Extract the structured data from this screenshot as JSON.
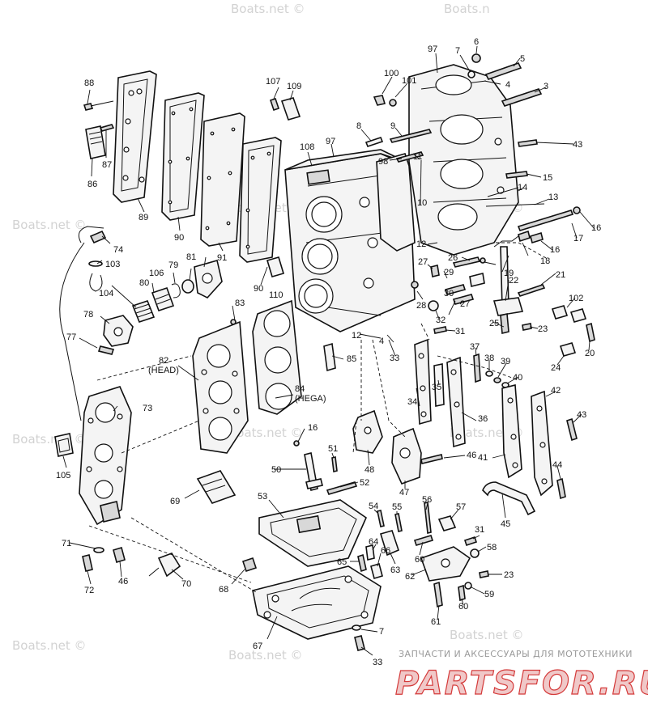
{
  "watermarks": {
    "boats": "Boats.net ©",
    "boats_short": "Boats.n"
  },
  "branding": {
    "subtitle": "ЗАПЧАСТИ И АКСЕССУАРЫ ДЛЯ МОТОТЕХНИКИ",
    "logo": "PARTSFOR.RU",
    "logo_color": "#d43a3a"
  },
  "callouts": {
    "c3": "3",
    "c4": "4",
    "c5": "5",
    "c6": "6",
    "c7": "7",
    "c8": "8",
    "c9": "9",
    "c10": "10",
    "c11": "11",
    "c12": "12",
    "c13": "13",
    "c14": "14",
    "c15": "15",
    "c16": "16",
    "c17": "17",
    "c18": "18",
    "c19": "19",
    "c20": "20",
    "c21": "21",
    "c22": "22",
    "c23": "23",
    "c24": "24",
    "c25": "25",
    "c26": "26",
    "c27": "27",
    "c28": "28",
    "c29": "29",
    "c30": "30",
    "c31": "31",
    "c32": "32",
    "c33": "33",
    "c34": "34",
    "c35": "35",
    "c36": "36",
    "c37": "37",
    "c38": "38",
    "c39": "39",
    "c40": "40",
    "c41": "41",
    "c42": "42",
    "c43": "43",
    "c44": "44",
    "c45": "45",
    "c46": "46",
    "c47": "47",
    "c48": "48",
    "c50": "50",
    "c51": "51",
    "c52": "52",
    "c53": "53",
    "c54": "54",
    "c55": "55",
    "c56": "56",
    "c57": "57",
    "c58": "58",
    "c59": "59",
    "c60": "60",
    "c61": "61",
    "c62": "62",
    "c63": "63",
    "c64": "64",
    "c65": "65",
    "c66": "66",
    "c67": "67",
    "c68": "68",
    "c69": "69",
    "c70": "70",
    "c71": "71",
    "c72": "72",
    "c73": "73",
    "c74": "74",
    "c77": "77",
    "c78": "78",
    "c79": "79",
    "c80": "80",
    "c81": "81",
    "c82": "82",
    "c83": "83",
    "c84": "84",
    "c85": "85",
    "c86": "86",
    "c87": "87",
    "c88": "88",
    "c89": "89",
    "c90": "90",
    "c91": "91",
    "c97": "97",
    "c98": "98",
    "c100": "100",
    "c101": "101",
    "c102": "102",
    "c103": "103",
    "c104": "104",
    "c105": "105",
    "c106": "106",
    "c107": "107",
    "c108": "108",
    "c109": "109",
    "c110": "110",
    "head": "(HEAD)",
    "hega": "(HEGA)"
  }
}
